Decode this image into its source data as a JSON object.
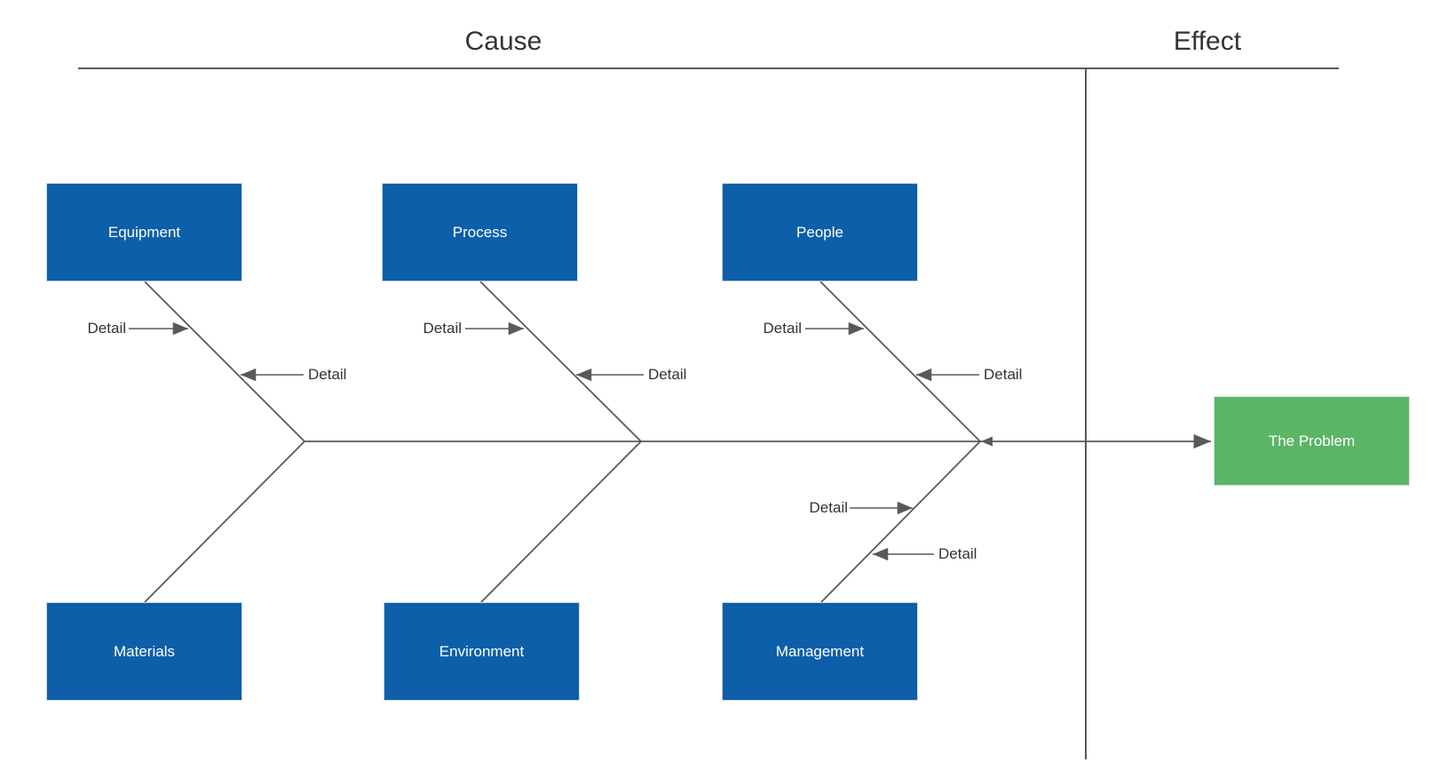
{
  "header": {
    "cause": "Cause",
    "effect": "Effect"
  },
  "categories": [
    {
      "id": "equipment",
      "label": "Equipment"
    },
    {
      "id": "process",
      "label": "Process"
    },
    {
      "id": "people",
      "label": "People"
    },
    {
      "id": "materials",
      "label": "Materials"
    },
    {
      "id": "environment",
      "label": "Environment"
    },
    {
      "id": "management",
      "label": "Management"
    }
  ],
  "problem": {
    "label": "The Problem"
  },
  "detail_labels": {
    "equipment_left": "Detail",
    "equipment_right": "Detail",
    "process_left": "Detail",
    "process_right": "Detail",
    "people_left": "Detail",
    "people_right": "Detail",
    "management_left": "Detail",
    "management_right": "Detail"
  },
  "colors": {
    "category_fill": "#0c5fa8",
    "problem_fill": "#5bb566",
    "line_color": "#595959",
    "text_color": "#333333",
    "box_text_color": "#ffffff"
  }
}
